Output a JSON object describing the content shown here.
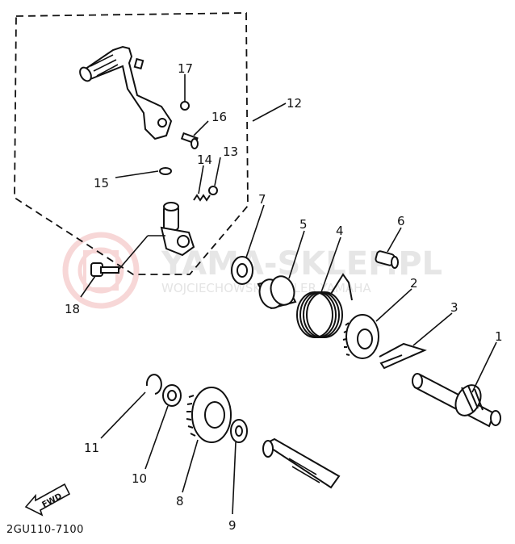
{
  "diagram": {
    "code": "2GU110-7100",
    "fwd_label": "FWD",
    "watermark": {
      "brand": "YAMA-SKLEP.PL",
      "dealer": "WOJCIECHOWSKI DEALER YAMAHA",
      "logo_color": "#f2b8b8"
    },
    "callouts": {
      "p1": "1",
      "p2": "2",
      "p3": "3",
      "p4": "4",
      "p5": "5",
      "p6": "6",
      "p7": "7",
      "p8": "8",
      "p9": "9",
      "p10": "10",
      "p11": "11",
      "p12": "12",
      "p13": "13",
      "p14": "14",
      "p15": "15",
      "p16": "16",
      "p17": "17",
      "p18": "18"
    }
  }
}
